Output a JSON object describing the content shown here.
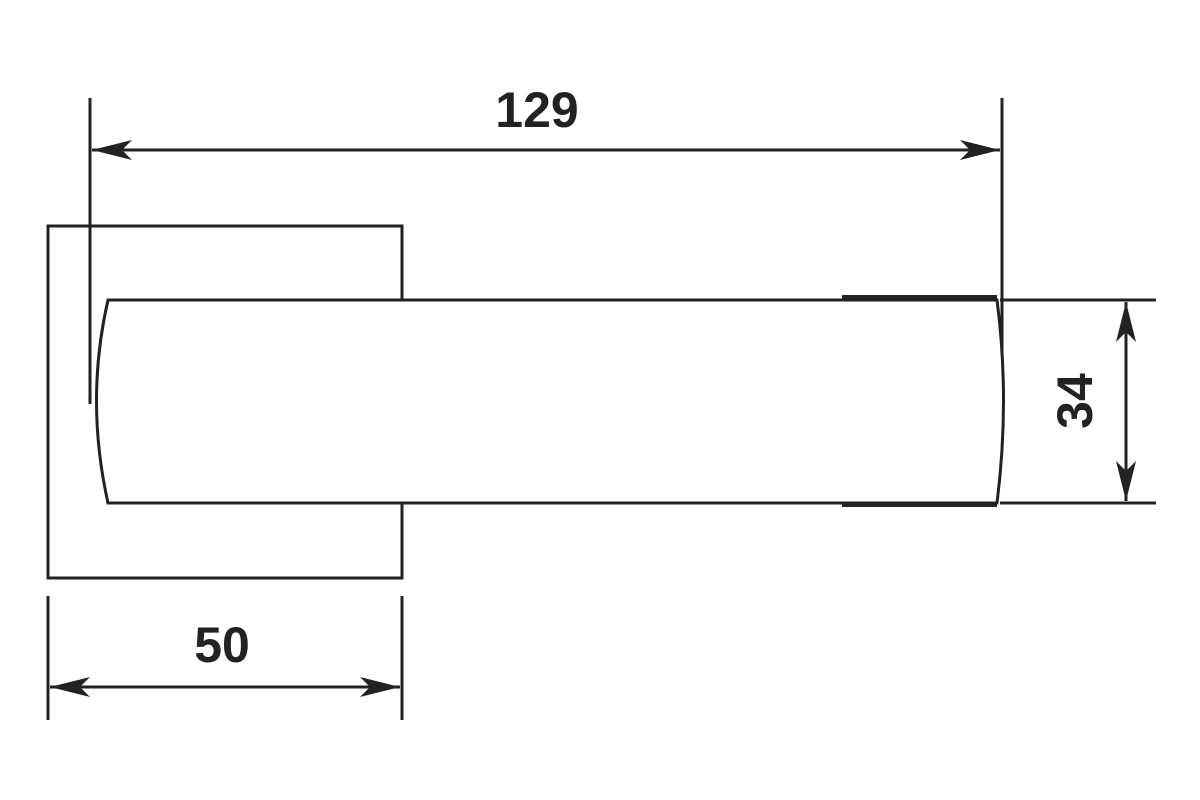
{
  "drawing": {
    "colors": {
      "line": "#222222",
      "background": "#ffffff"
    },
    "dimensions": {
      "overall_length": "129",
      "handle_height": "34",
      "rose_width": "50"
    }
  }
}
